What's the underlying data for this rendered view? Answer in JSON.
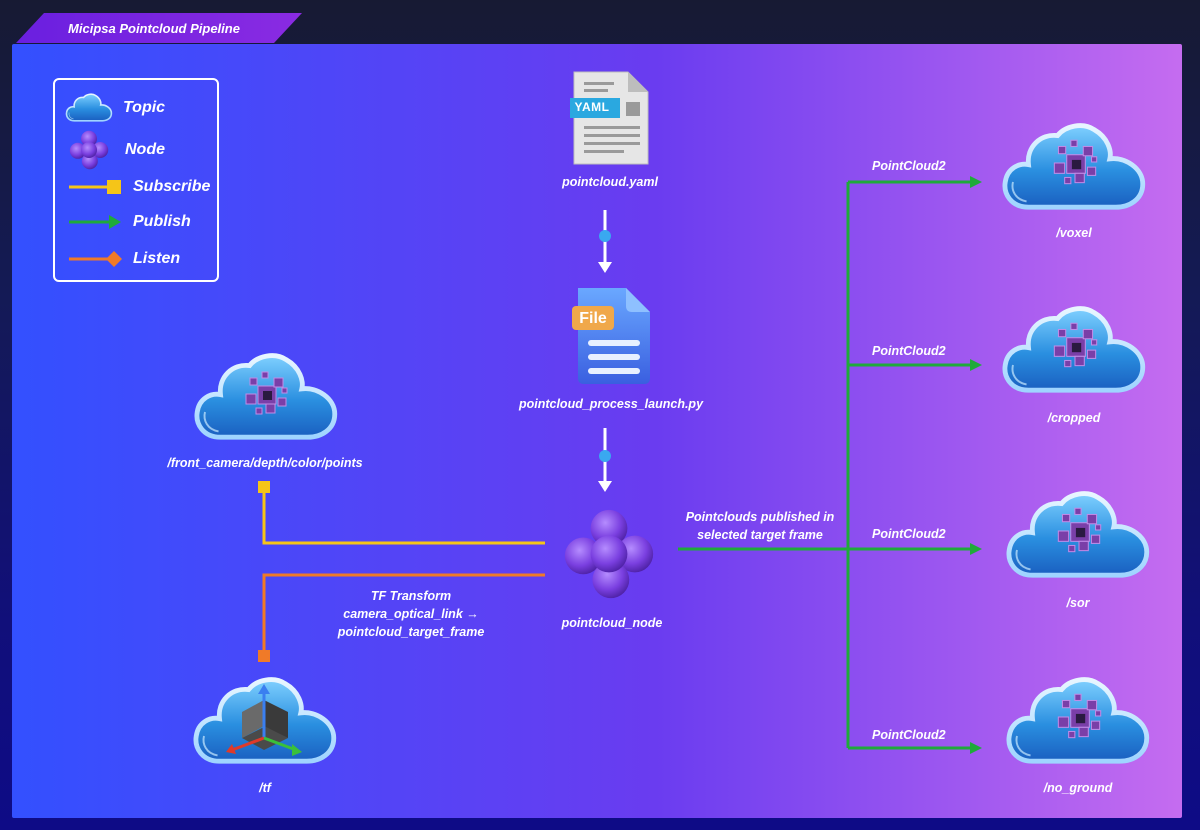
{
  "title": "Micipsa Pointcloud Pipeline",
  "legend": {
    "topic": "Topic",
    "node": "Node",
    "subscribe": "Subscribe",
    "publish": "Publish",
    "listen": "Listen"
  },
  "colors": {
    "subscribe": "#f5c518",
    "publish": "#1faa3a",
    "listen": "#f07a28",
    "node": "#7a3fe0",
    "cloud": "#2a8fe0"
  },
  "files": {
    "yaml_badge": "YAML",
    "yaml_label": "pointcloud.yaml",
    "launch_badge": "File",
    "launch_label": "pointcloud_process_launch.py"
  },
  "node": {
    "label": "pointcloud_node"
  },
  "topics": {
    "input": "/front_camera/depth/color/points",
    "tf": "/tf",
    "voxel": "/voxel",
    "cropped": "/cropped",
    "sor": "/sor",
    "no_ground": "/no_ground"
  },
  "edges": {
    "tf_line1": "TF Transform",
    "tf_line2": "camera_optical_link →",
    "tf_line3": "pointcloud_target_frame",
    "pub_line1": "Pointclouds published in",
    "pub_line2": "selected target frame",
    "pc2_1": "PointCloud2",
    "pc2_2": "PointCloud2",
    "pc2_3": "PointCloud2",
    "pc2_4": "PointCloud2"
  }
}
